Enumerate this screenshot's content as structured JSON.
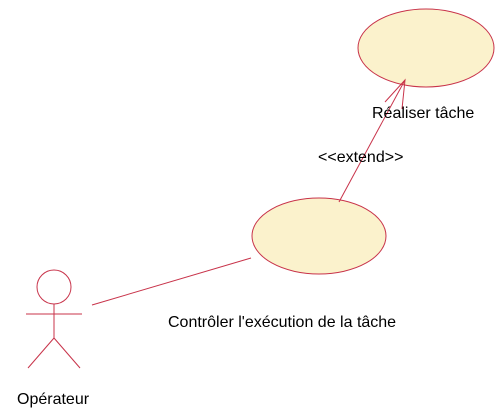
{
  "actor": {
    "name": "Opérateur"
  },
  "use_cases": [
    {
      "id": "realiser",
      "label": "Réaliser tâche"
    },
    {
      "id": "controler",
      "label": "Contrôler l'exécution de la tâche"
    }
  ],
  "relations": [
    {
      "type": "association",
      "from": "actor",
      "to": "controler"
    },
    {
      "type": "extend",
      "from": "controler",
      "to": "realiser",
      "stereotype": "<<extend>>"
    }
  ],
  "colors": {
    "line": "#c8334a",
    "use_case_fill": "#fbf2cc",
    "text": "#000000"
  }
}
